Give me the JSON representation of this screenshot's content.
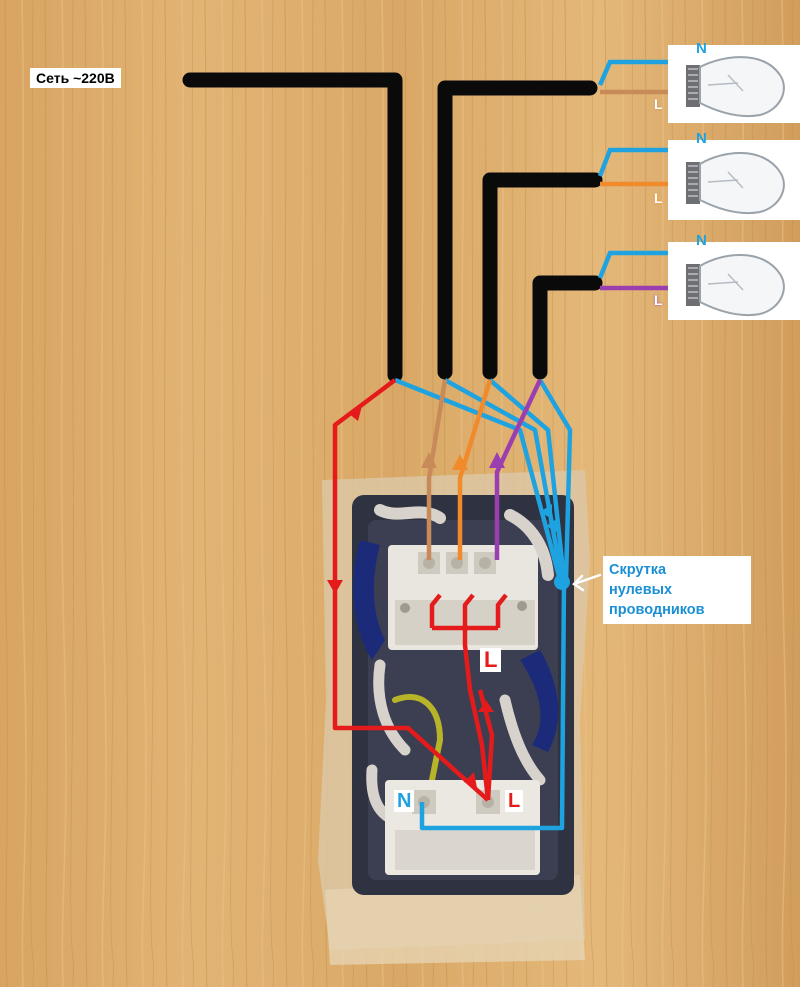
{
  "labels": {
    "mains": "Сеть ~220В",
    "twist_line1": "Скрутка",
    "twist_line2": "нулевых",
    "twist_line3": "проводников"
  },
  "terminals": {
    "neutral": "N",
    "live": "L"
  },
  "colors": {
    "phase_black": "#0a0a0a",
    "neutral_blue": "#1fa3e0",
    "phase_red": "#e51b1b",
    "lamp1_brown": "#c98a5a",
    "lamp2_orange": "#f08a2a",
    "lamp3_purple": "#9b3fb0",
    "wood_base": "#d9a866"
  }
}
